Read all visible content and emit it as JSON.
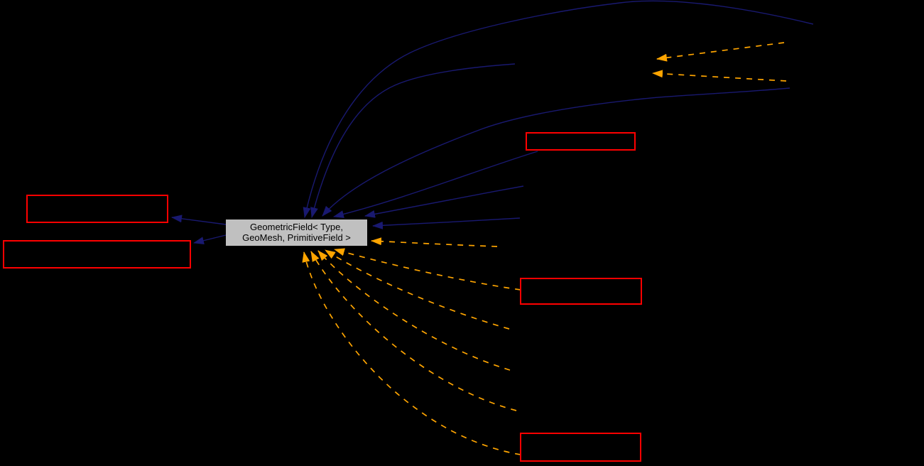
{
  "diagram": {
    "type": "collaboration-graph",
    "background_color": "#000000",
    "central_node": {
      "label_line1": "GeometricField< Type,",
      "label_line2": "GeoMesh, PrimitiveField >",
      "fill_color": "#c0c0c0",
      "text_color": "#000000"
    },
    "edge_colors": {
      "inheritance_solid": "#191970",
      "usage_dashed": "#ffa500"
    },
    "truncated_node_border_color": "#ff0000",
    "counts": {
      "red_boxes": 5,
      "blue_solid_edges": 8,
      "orange_dashed_edges": 8
    }
  }
}
